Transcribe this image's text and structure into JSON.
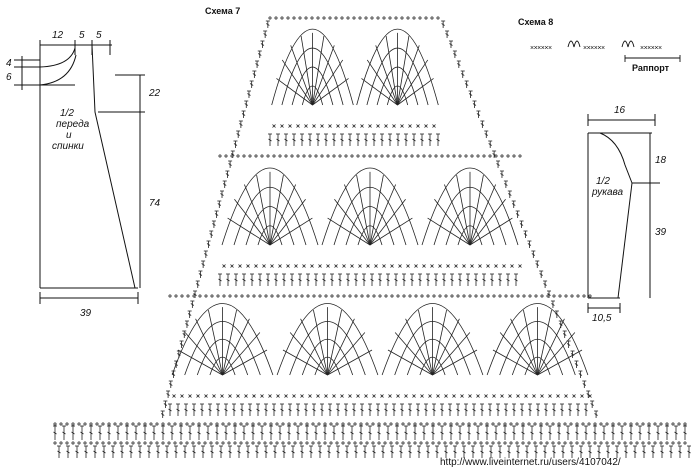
{
  "schema7": {
    "title": "Схема 7"
  },
  "schema8": {
    "title": "Схема 8",
    "stitch_row": "××××××",
    "repeat_label": "Раппорт"
  },
  "body_pattern": {
    "label_line1": "1/2",
    "label_line2": "переда",
    "label_line3": "и",
    "label_line4": "спинки",
    "dim_top_left": "12",
    "dim_top_mid": "5",
    "dim_top_right": "5",
    "dim_left_1": "4",
    "dim_left_2": "6",
    "dim_right_upper": "22",
    "dim_right_lower": "74",
    "dim_bottom": "39"
  },
  "sleeve_pattern": {
    "label_line1": "1/2",
    "label_line2": "рукава",
    "dim_top": "16",
    "dim_right_upper": "18",
    "dim_right_lower": "39",
    "dim_bottom": "10,5"
  },
  "watermark": "http://www.liveinternet.ru/users/4107042/"
}
